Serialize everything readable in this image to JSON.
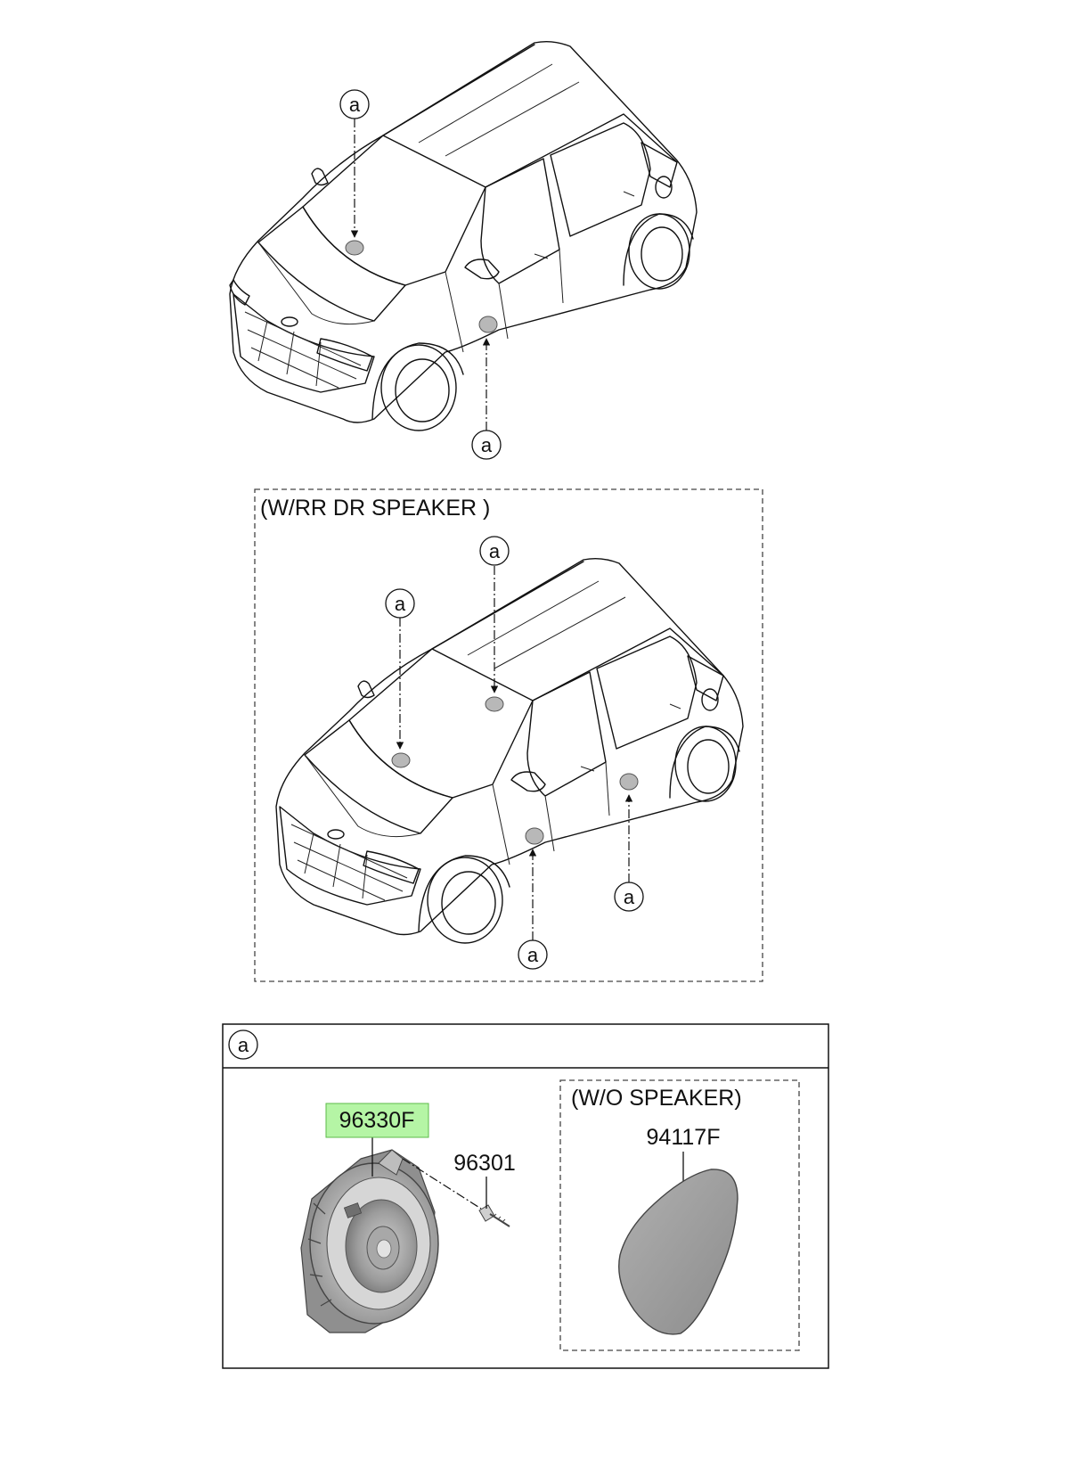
{
  "callout_letter": "a",
  "groups": {
    "rr_door_speaker": {
      "label": "(W/RR DR SPEAKER )"
    },
    "detail": {
      "without_speaker_label": "(W/O SPEAKER)"
    }
  },
  "parts": {
    "speaker": {
      "number": "96330F",
      "highlight_color": "#b5f5a5"
    },
    "screw": {
      "number": "96301"
    },
    "cover": {
      "number": "94117F"
    }
  }
}
